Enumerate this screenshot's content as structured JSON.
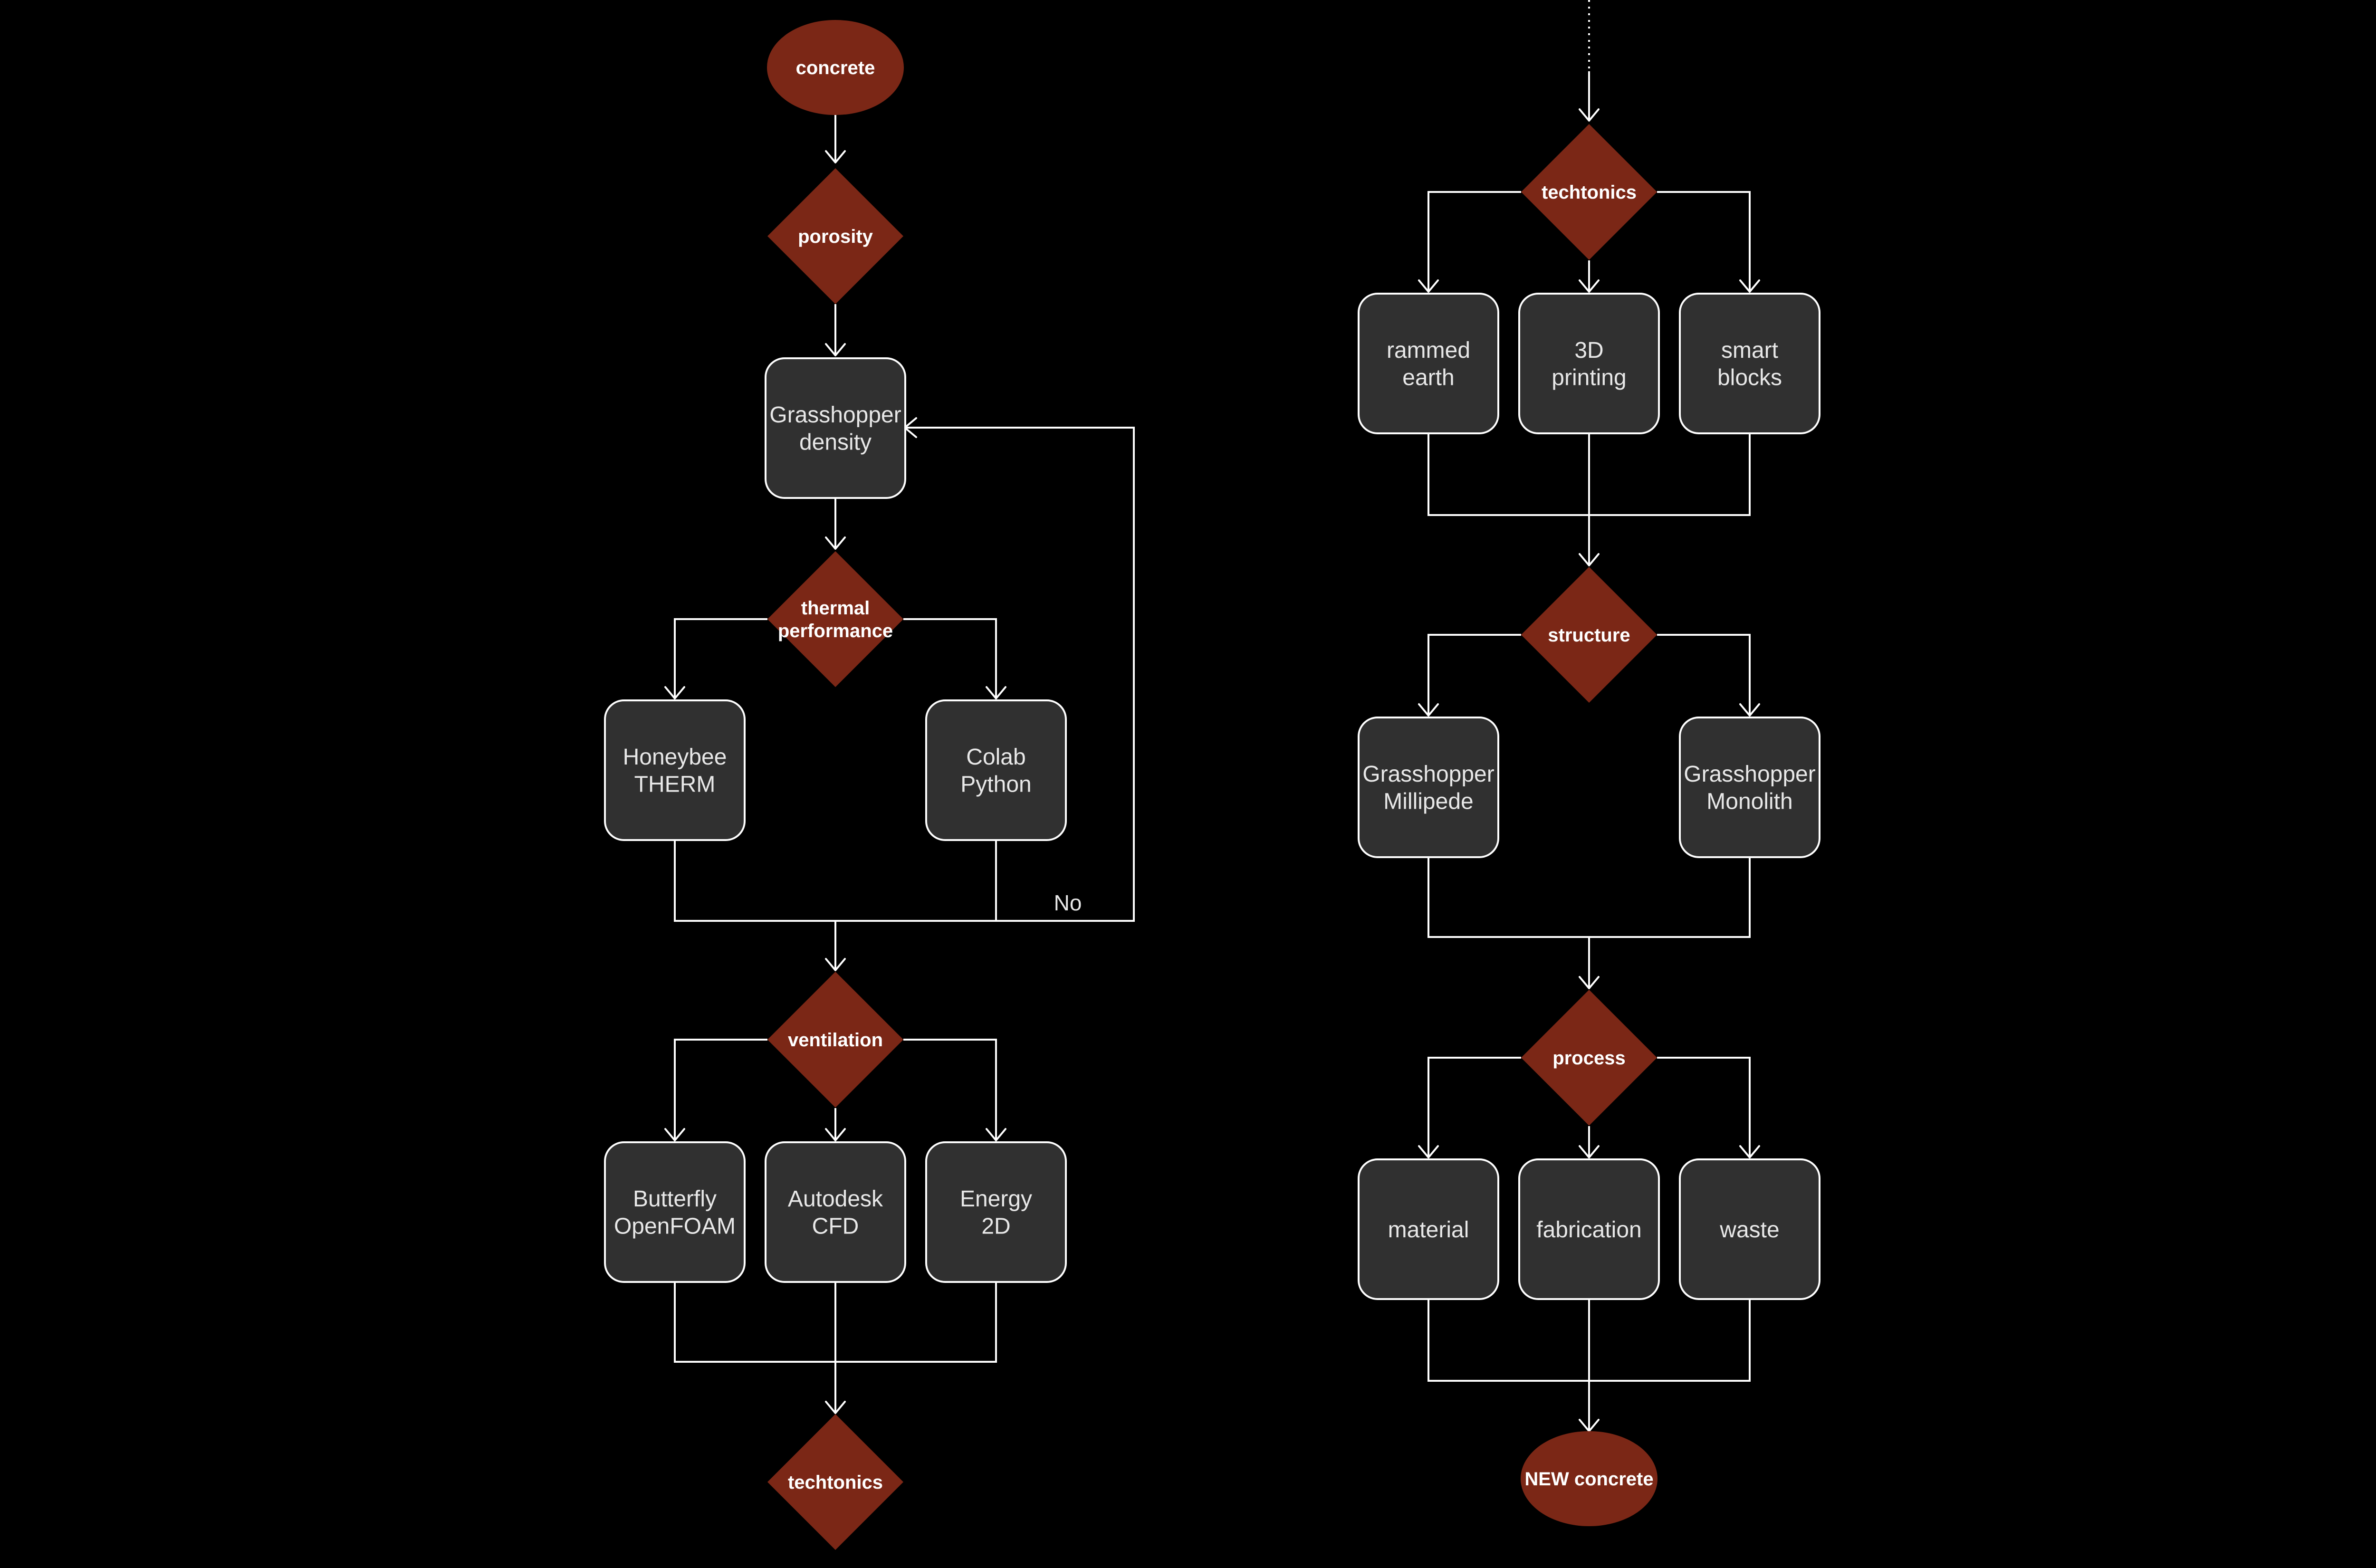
{
  "left_flow": {
    "start": "concrete",
    "porosity": "porosity",
    "density": "Grasshopper\ndensity",
    "thermal": "thermal\nperformance",
    "honeybee": "Honeybee\nTHERM",
    "colab": "Colab\nPython",
    "loop_label": "No",
    "ventilation": "ventilation",
    "butterfly": "Butterfly\nOpenFOAM",
    "autodesk": "Autodesk\nCFD",
    "energy": "Energy\n2D",
    "end": "techtonics"
  },
  "right_flow": {
    "techtonics": "techtonics",
    "rammed": "rammed\nearth",
    "printing": "3D\nprinting",
    "smart": "smart\nblocks",
    "structure": "structure",
    "millipede": "Grasshopper\nMillipede",
    "monolith": "Grasshopper\nMonolith",
    "process": "process",
    "material": "material",
    "fabrication": "fabrication",
    "waste": "waste",
    "end": "NEW concrete"
  },
  "colors": {
    "background": "#000000",
    "decision_fill": "#7b2716",
    "tool_box_fill": "#303030",
    "line": "#ffffff"
  }
}
